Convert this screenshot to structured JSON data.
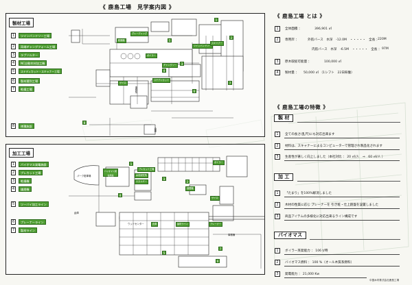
{
  "title": "《 鹿島工場　見学案内図 》",
  "factory_a": {
    "label": "製材工場",
    "items": [
      {
        "no": "1",
        "name": "ツインバンドソー工場"
      },
      {
        "no": "2",
        "name": "両端ギャングフォーム工場"
      },
      {
        "no": "3",
        "name": "ラブソルター"
      },
      {
        "no": "4",
        "name": "NC自動木材加工機"
      },
      {
        "no": "5",
        "name": "ステディカット・スキャナー工場"
      },
      {
        "no": "6",
        "name": "製材選別工場"
      },
      {
        "no": "7",
        "name": "乾燥工場"
      },
      {
        "no": "8",
        "name": "桟積施設"
      }
    ],
    "map_tags": [
      "乾燥機",
      "グレーディング",
      "ツインバンドソー",
      "ステディカット",
      "ギャングソー",
      "サイロ",
      "スキャナー",
      "ボイラー"
    ],
    "map_nums": [
      "1",
      "2",
      "3",
      "4",
      "5",
      "6",
      "7",
      "8"
    ],
    "map_labels": [
      "倉庫",
      "事務所"
    ]
  },
  "factory_b": {
    "label": "加工工場",
    "items": [
      {
        "no": "1",
        "name": "バイオマス発電施設"
      },
      {
        "no": "2",
        "name": "プレカット工場"
      },
      {
        "no": "3",
        "name": "乾燥機"
      },
      {
        "no": "4",
        "name": "燻煙機"
      },
      {
        "no": "5",
        "name": "ツーバイ加工ライン"
      },
      {
        "no": "6",
        "name": "プレーナーライン"
      },
      {
        "no": "7",
        "name": "製材ライン"
      }
    ],
    "map_tags": [
      "バイオマス発電施設",
      "プレカット工場",
      "木材研究所",
      "エネルギー",
      "ボイラー",
      "燻煙機",
      "サイロ",
      "製材ライン",
      "プレーナー",
      "倉庫"
    ],
    "map_nums": [
      "1",
      "2",
      "3",
      "4",
      "5",
      "6",
      "7"
    ],
    "map_labels": [
      "パーク駐車場",
      "倉庫",
      "ウッドセンター",
      "事務棟"
    ]
  },
  "overview": {
    "heading": "《 鹿島工場 とは 》",
    "rows": [
      {
        "no": "1",
        "label": "全体面積 ：",
        "value": "396,901 ㎡"
      },
      {
        "no": "2",
        "label": "専用岸 ：",
        "line1": "外航バース　水深　-12.0M　・・・・・　全長 ：",
        "line1_value": "220M",
        "line2": "内航バース　水深　-6.5M　・・・・・　全長 ：",
        "line2_value": "97M"
      },
      {
        "no": "3",
        "label": "原木取扱可能量 ：",
        "value": "100,000 ㎡"
      },
      {
        "no": "4",
        "label": "製材量 ：",
        "value": "50,000 ㎡ （1シフト　22日稼働）"
      }
    ]
  },
  "features": {
    "heading": "《 鹿島工場の特徴 》",
    "sections": [
      {
        "title": "製 材",
        "rows": [
          {
            "no": "1",
            "text": "全ての長さ(乱尺)にも対応出来ます"
          },
          {
            "no": "2",
            "text": "材料は、スキャナーによるコンピューターで管理され製品化されます"
          },
          {
            "no": "3",
            "text": "生産性が著しく向上しました（本社対比 ： 20 ㎡/人　⇒　60 ㎡/人 ）"
          }
        ]
      },
      {
        "title": "加 工",
        "rows": [
          {
            "no": "1",
            "text": "「たまり」を100%解消しました"
          },
          {
            "no": "2",
            "text": "木材の性質に応じ プレーナーを 引き粧・仕上鉋盤を設置しました"
          },
          {
            "no": "3",
            "text": "商品アイテムの多様化に対応出来るライン構成です"
          }
        ]
      },
      {
        "title": "バイオマス",
        "rows": [
          {
            "no": "1",
            "text": "ボイラー蒸発能力 ： 106 t/時"
          },
          {
            "no": "2",
            "text": "バイオマス燃料 ： 100 %（オール木質系燃料）"
          },
          {
            "no": "3",
            "text": "発電能力 ： 21,000 Kw"
          }
        ]
      }
    ]
  },
  "footer": "中国木材株式会社鹿島工場",
  "colors": {
    "tag_green": "#4f9e33",
    "line": "#222222"
  }
}
